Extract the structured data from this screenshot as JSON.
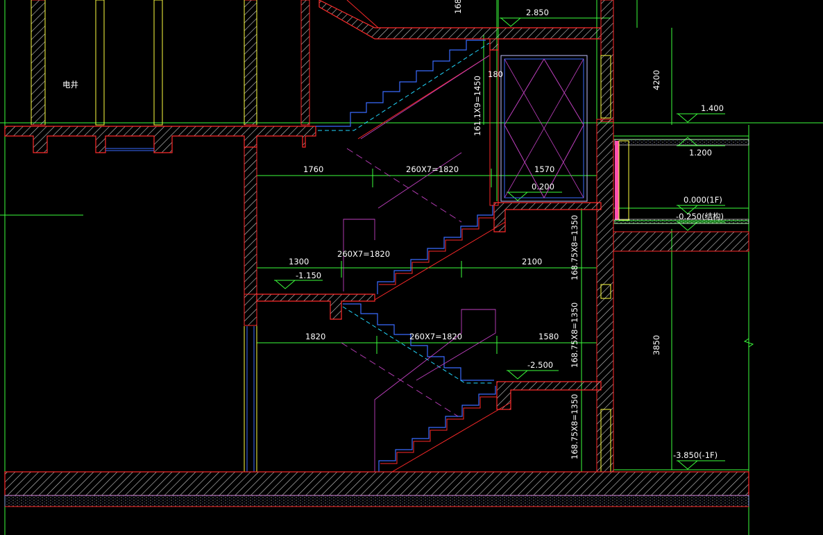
{
  "drawing": {
    "room_label": "电井",
    "levels": {
      "l_2850": "2.850",
      "l_1400": "1.400",
      "l_1200": "1.200",
      "l_0200": "0.200",
      "l_0000": "0.000(1F)",
      "l_m0250": "-0.250(结构)",
      "l_m1150": "-1.150",
      "l_m2500": "-2.500",
      "l_m3850": "-3.850(-1F)"
    },
    "dimensions_h": {
      "d1760": "1760",
      "d260x7_a": "260X7=1820",
      "d1570": "1570",
      "d1300": "1300",
      "d260x7_b": "260X7=1820",
      "d2100": "2100",
      "d1820": "1820",
      "d260x7_c": "260X7=1820",
      "d1580": "1580",
      "d180": "180"
    },
    "dimensions_v": {
      "d161x9": "161.1X9=1450",
      "d168_a": "168.75X8=1350",
      "d168_b": "168.75X8=1350",
      "d168_c": "168.75X8=1350",
      "d4200": "4200",
      "d3850": "3850",
      "d168_top": "168"
    },
    "colors": {
      "background": "#000000",
      "wall_red": "#ff2a2a",
      "hatch": "#d0d0d0",
      "grid_green": "#3cff3c",
      "stair_blue": "#3a6bff",
      "stair_cyan": "#22d8ff",
      "magenta": "#c040c0",
      "yellow": "#ffff40",
      "text": "#ffffff",
      "pink_fill": "#ff4fb0"
    }
  }
}
